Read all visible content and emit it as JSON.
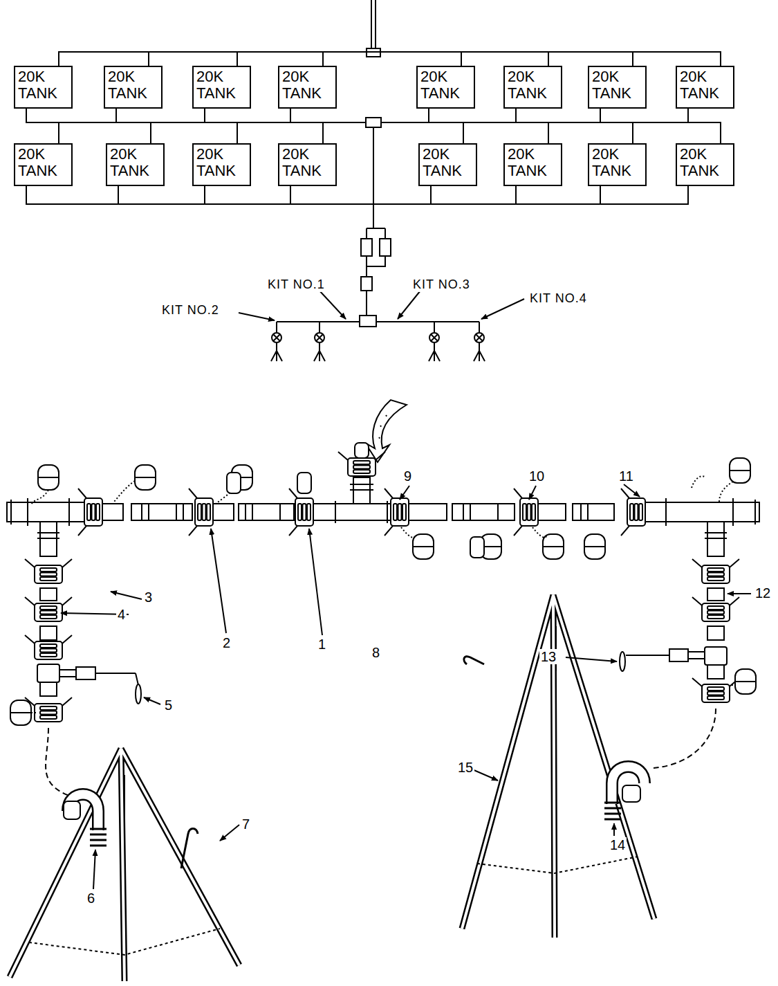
{
  "diagram": {
    "nodes": [
      {
        "text": [
          "20K TANK"
        ]
      },
      {
        "text": [
          "20K TANK"
        ]
      },
      {
        "text": [
          "20K TANK"
        ]
      },
      {
        "text": [
          "20K TANK"
        ]
      },
      {
        "text": [
          "20K TANK"
        ]
      },
      {
        "text": [
          "20K TANK"
        ]
      },
      {
        "text": [
          "20K TANK"
        ]
      },
      {
        "text": [
          "20K TANK"
        ]
      },
      {
        "text": [
          "20K TANK"
        ]
      },
      {
        "text": [
          "20K TANK"
        ]
      },
      {
        "text": [
          "20K TANK"
        ]
      },
      {
        "text": [
          "20K TANK"
        ]
      },
      {
        "text": [
          "20K TANK"
        ]
      },
      {
        "text": [
          "20K TANK"
        ]
      },
      {
        "text": [
          "20K TANK"
        ]
      },
      {
        "text": [
          "20K TANK"
        ]
      }
    ],
    "labels": [
      "KIT NO.1",
      "KIT NO.3",
      "KIT NO.2",
      "KIT NO.4",
      "9",
      "10",
      "11",
      "12",
      "3",
      "4",
      "2",
      "1",
      "8",
      "13",
      "5",
      "15",
      "14",
      "7",
      "6"
    ]
  }
}
